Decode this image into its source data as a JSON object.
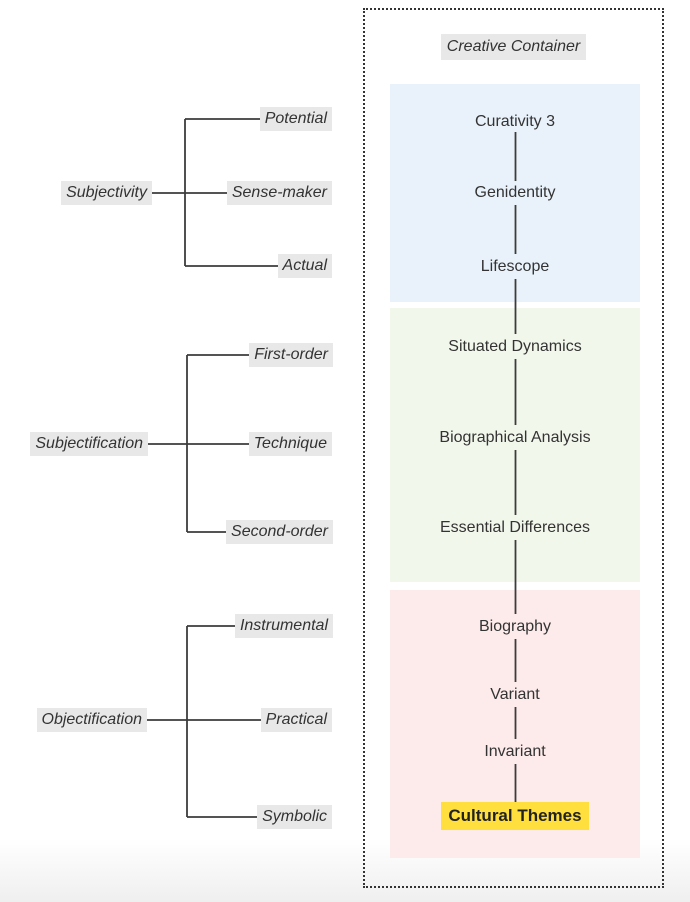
{
  "colors": {
    "text": "#333333",
    "line": "#3c3c3c",
    "label_background": "#e8e8e8",
    "container_border": "#333333",
    "subjectivity_group_box": "#e9f2fb",
    "subjectification_group_box": "#f2f7ec",
    "objectification_group_box": "#fdeaea",
    "highlight": "#ffdf3e"
  },
  "trees": [
    {
      "root": "Subjectivity",
      "children": [
        "Potential",
        "Sense-maker",
        "Actual"
      ]
    },
    {
      "root": "Subjectification",
      "children": [
        "First-order",
        "Technique",
        "Second-order"
      ]
    },
    {
      "root": "Objectification",
      "children": [
        "Instrumental",
        "Practical",
        "Symbolic"
      ]
    }
  ],
  "creative_container": {
    "title": "Creative Container",
    "groups": [
      {
        "id": "blue",
        "nodes": [
          "Curativity 3",
          "Genidentity",
          "Lifescope"
        ]
      },
      {
        "id": "green",
        "nodes": [
          "Situated Dynamics",
          "Biographical Analysis",
          "Essential Differences"
        ]
      },
      {
        "id": "pink",
        "nodes": [
          "Biography",
          "Variant",
          "Invariant",
          "Cultural Themes"
        ],
        "highlighted_node": "Cultural Themes"
      }
    ]
  }
}
